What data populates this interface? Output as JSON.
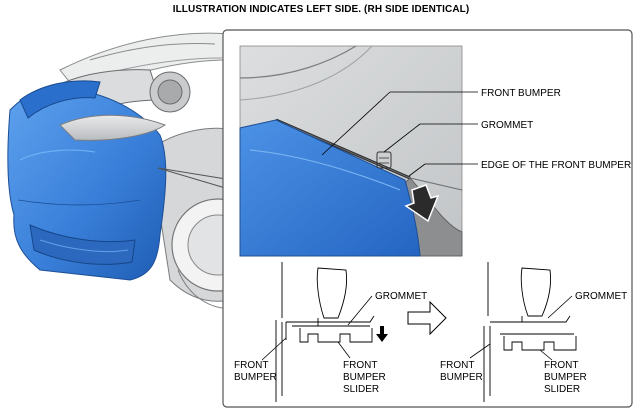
{
  "header": {
    "title": "ILLUSTRATION INDICATES LEFT SIDE. (RH SIDE IDENTICAL)"
  },
  "callouts": {
    "front_bumper": "FRONT BUMPER",
    "grommet": "GROMMET",
    "edge_of_front_bumper": "EDGE OF THE FRONT BUMPER"
  },
  "detail_left": {
    "grommet": "GROMMET",
    "front_bumper": [
      "FRONT",
      "BUMPER"
    ],
    "front_bumper_slider": [
      "FRONT",
      "BUMPER",
      "SLIDER"
    ]
  },
  "detail_right": {
    "grommet": "GROMMET",
    "front_bumper": [
      "FRONT",
      "BUMPER"
    ],
    "front_bumper_slider": [
      "FRONT",
      "BUMPER",
      "SLIDER"
    ]
  },
  "colors": {
    "bumper_blue": "#3f86dd",
    "bumper_dark": "#1f5fb7",
    "panel_border": "#555555",
    "inset_gray": "#cfd1d3"
  }
}
